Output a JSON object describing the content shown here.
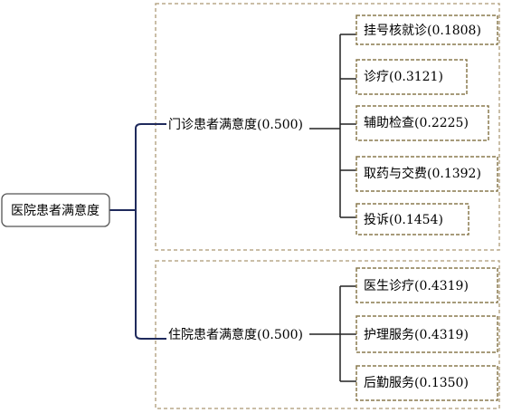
{
  "root": {
    "label": "医院患者满意度"
  },
  "groups": [
    {
      "label": "门诊患者满意度(0.500)",
      "items": [
        {
          "label": "挂号核就诊(0.1808)"
        },
        {
          "label": "诊疗(0.3121)"
        },
        {
          "label": "辅助检查(0.2225)"
        },
        {
          "label": "取药与交费(0.1392)"
        },
        {
          "label": "投诉(0.1454)"
        }
      ]
    },
    {
      "label": "住院患者满意度(0.500)",
      "items": [
        {
          "label": "医生诊疗(0.4319)"
        },
        {
          "label": "护理服务(0.4319)"
        },
        {
          "label": "后勤服务(0.1350)"
        }
      ]
    }
  ],
  "colors": {
    "root_border": "#555555",
    "navy_connector": "#1f2a5c",
    "dark_connector": "#222222",
    "dashed_border": "#b8a98a",
    "item_border": "#8a7a4e"
  }
}
